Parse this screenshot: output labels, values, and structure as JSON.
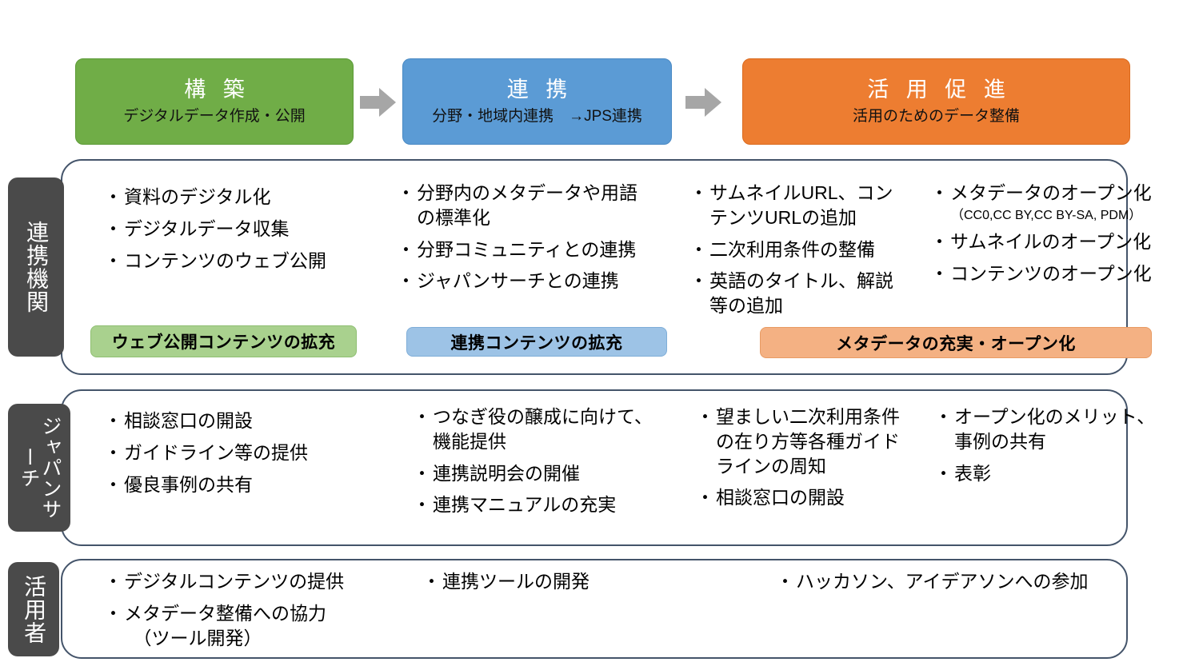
{
  "phases": [
    {
      "title": "構 築",
      "subtitle": "デジタルデータ作成・公開",
      "color": "#70AD47"
    },
    {
      "title": "連 携",
      "subtitle": "分野・地域内連携　→JPS連携",
      "color": "#5B9BD5"
    },
    {
      "title": "活 用 促 進",
      "subtitle": "活用のためのデータ整備",
      "color": "#ED7D31"
    }
  ],
  "arrow_color": "#A6A6A6",
  "panel_border_color": "#44546A",
  "actor_tab_color": "#4A4A4A",
  "rows": [
    {
      "actor": "連携機関",
      "columns": [
        {
          "bullets": [
            "資料のデジタル化",
            "デジタルデータ収集",
            "コンテンツのウェブ公開"
          ]
        },
        {
          "bullets": [
            "分野内のメタデータや用語\nの標準化",
            "分野コミュニティとの連携",
            "ジャパンサーチとの連携"
          ]
        },
        {
          "bullets": [
            "サムネイルURL、コン\nテンツURLの追加",
            "二次利用条件の整備",
            "英語のタイトル、解説\n等の追加"
          ]
        },
        {
          "bullets": [
            "メタデータのオープン化",
            "サムネイルのオープン化",
            "コンテンツのオープン化"
          ],
          "note": "（CC0,CC BY,CC BY-SA, PDM）"
        }
      ],
      "badges": [
        {
          "label": "ウェブ公開コンテンツの拡充",
          "color": "#A9D18E"
        },
        {
          "label": "連携コンテンツの拡充",
          "color": "#9DC3E6"
        },
        {
          "label": "メタデータの充実・オープン化",
          "color": "#F4B183"
        }
      ]
    },
    {
      "actor": "ジャパンサーチ",
      "columns": [
        {
          "bullets": [
            "相談窓口の開設",
            "ガイドライン等の提供",
            "優良事例の共有"
          ]
        },
        {
          "bullets": [
            "つなぎ役の醸成に向けて、\n機能提供",
            "連携説明会の開催",
            "連携マニュアルの充実"
          ]
        },
        {
          "bullets": [
            "望ましい二次利用条件\nの在り方等各種ガイド\nラインの周知",
            "相談窓口の開設"
          ]
        },
        {
          "bullets": [
            "オープン化のメリット、\n事例の共有",
            "表彰"
          ]
        }
      ],
      "badges": []
    },
    {
      "actor": "活用者",
      "columns": [
        {
          "bullets": [
            "デジタルコンテンツの提供",
            "メタデータ整備への協力\n　（ツール開発）"
          ]
        },
        {
          "bullets": [
            "連携ツールの開発"
          ]
        },
        {
          "bullets": [
            "ハッカソン、アイデアソンへの参加"
          ]
        }
      ],
      "badges": []
    }
  ],
  "bullet_glyph": "・"
}
